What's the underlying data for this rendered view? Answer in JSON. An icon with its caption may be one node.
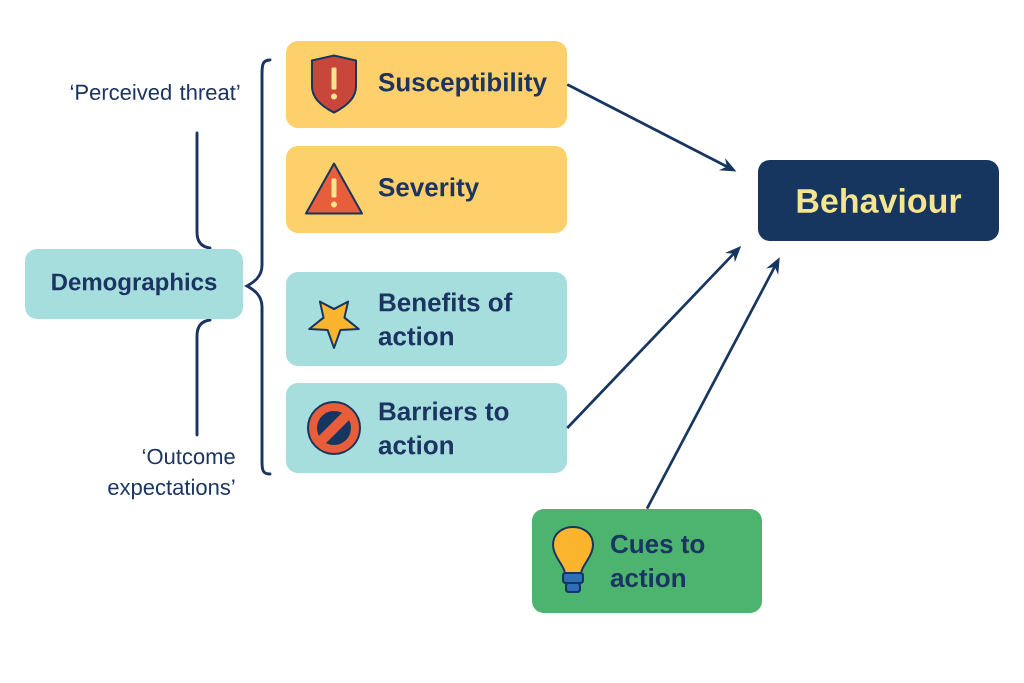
{
  "diagram": {
    "nodes": [
      {
        "text": [
          "Susceptibility"
        ]
      },
      {
        "text": [
          "Severity"
        ]
      },
      {
        "text": [
          "Behaviour"
        ]
      },
      {
        "text": [
          "Demographics"
        ]
      },
      {
        "text": [
          "Benefits of action"
        ]
      },
      {
        "text": [
          "Barriers to action"
        ]
      },
      {
        "text": [
          "Cues to action"
        ]
      }
    ],
    "edges": [
      {
        "from": 0,
        "to": 2,
        "arrow": "to"
      },
      {
        "from": 5,
        "to": 2,
        "arrow": "to"
      },
      {
        "from": 6,
        "to": 2,
        "arrow": "to"
      }
    ],
    "labels": [
      "‘Perceived threat’",
      "‘Outcome expectations’"
    ]
  }
}
